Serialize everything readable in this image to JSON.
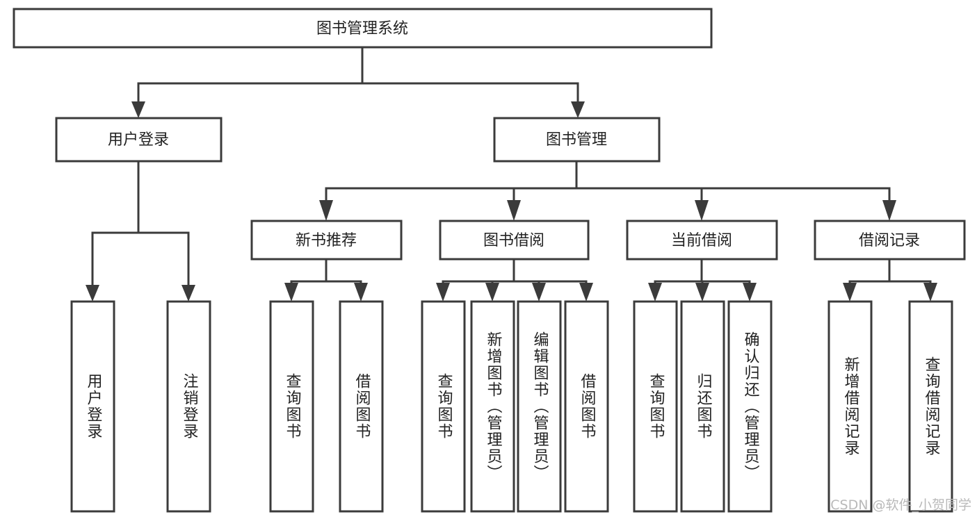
{
  "diagram": {
    "type": "tree",
    "title_node": {
      "label": "图书管理系统"
    },
    "level2": [
      {
        "label": "用户登录"
      },
      {
        "label": "图书管理"
      }
    ],
    "level3": [
      {
        "label": "新书推荐"
      },
      {
        "label": "图书借阅"
      },
      {
        "label": "当前借阅"
      },
      {
        "label": "借阅记录"
      }
    ],
    "leaves": {
      "user_login": [
        {
          "label": "用户登录"
        },
        {
          "label": "注销登录"
        }
      ],
      "new_book_recommend": [
        {
          "label": "查询图书"
        },
        {
          "label": "借阅图书"
        }
      ],
      "book_borrow": [
        {
          "label": "查询图书"
        },
        {
          "label": "新增图书（管理员）"
        },
        {
          "label": "编辑图书（管理员）"
        },
        {
          "label": "借阅图书"
        }
      ],
      "current_borrow": [
        {
          "label": "查询图书"
        },
        {
          "label": "归还图书"
        },
        {
          "label": "确认归还（管理员）"
        }
      ],
      "borrow_record": [
        {
          "label": "新增借阅记录"
        },
        {
          "label": "查询借阅记录"
        }
      ]
    }
  },
  "watermark": {
    "text": "CSDN @软件_小贺同学"
  },
  "colors": {
    "stroke": "#3b3b3b",
    "box_fill": "#ffffff",
    "text": "#222222",
    "watermark": "#b9b9b9",
    "background": "#ffffff"
  }
}
